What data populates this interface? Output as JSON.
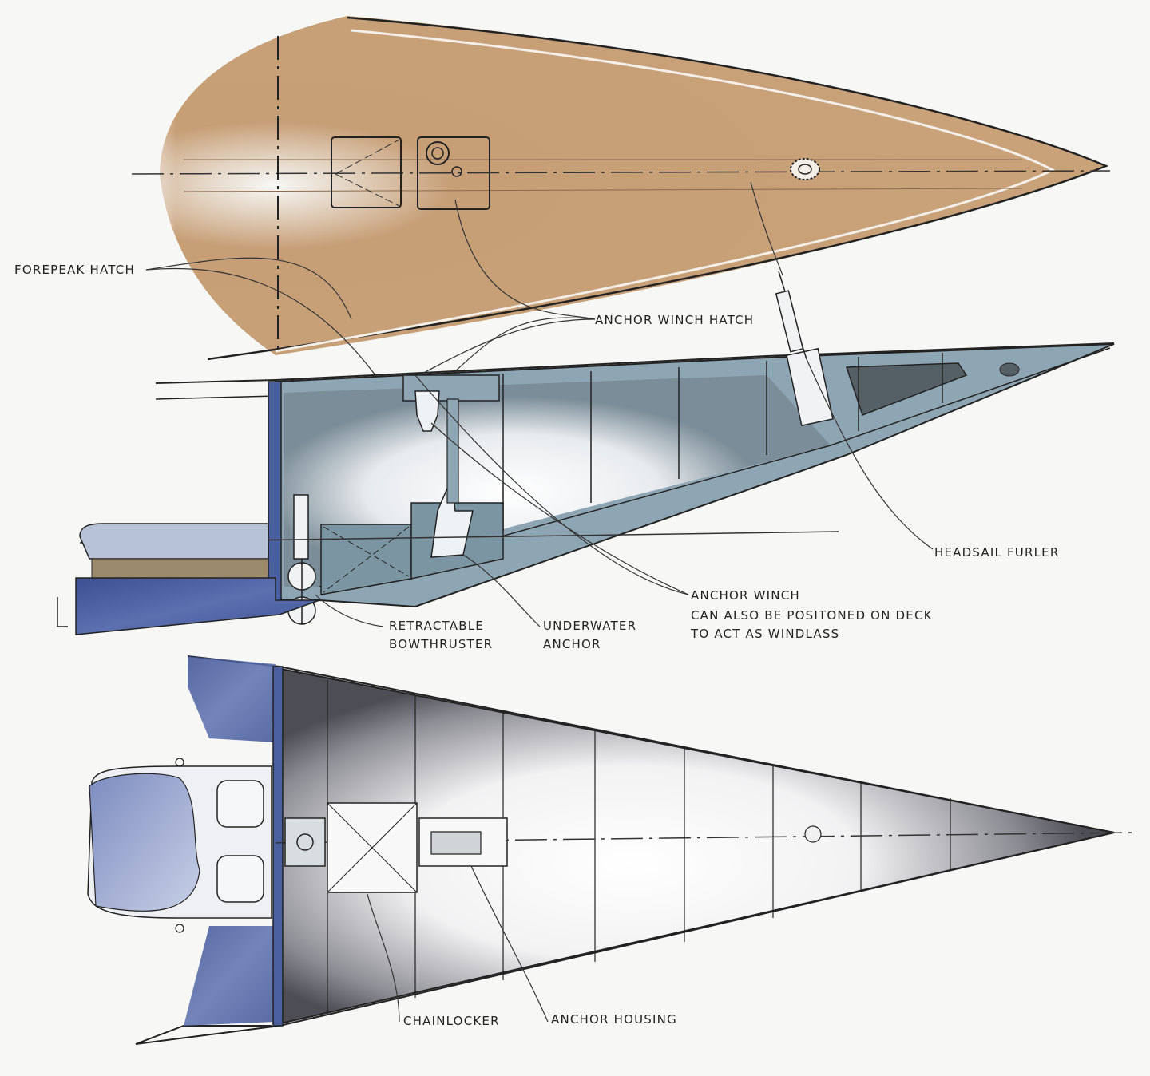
{
  "labels": {
    "forepeak_hatch": "FOREPEAK HATCH",
    "anchor_winch_hatch": "ANCHOR WINCH HATCH",
    "headsail_furler": "HEADSAIL FURLER",
    "anchor_winch_line1": "ANCHOR WINCH",
    "anchor_winch_line2": "CAN ALSO BE POSITONED ON DECK",
    "anchor_winch_line3": "TO ACT AS WINDLASS",
    "retractable_line1": "RETRACTABLE",
    "retractable_line2": "BOWTHRUSTER",
    "underwater_line1": "UNDERWATER",
    "underwater_line2": "ANCHOR",
    "chainlocker": "CHAINLOCKER",
    "anchor_housing": "ANCHOR HOUSING"
  },
  "colors": {
    "deck": "#c49a70",
    "hull_blue": "#4a5fa0",
    "grey_blue": "#8ea5b3",
    "dark_interior": "#55555d",
    "line": "#222222"
  }
}
